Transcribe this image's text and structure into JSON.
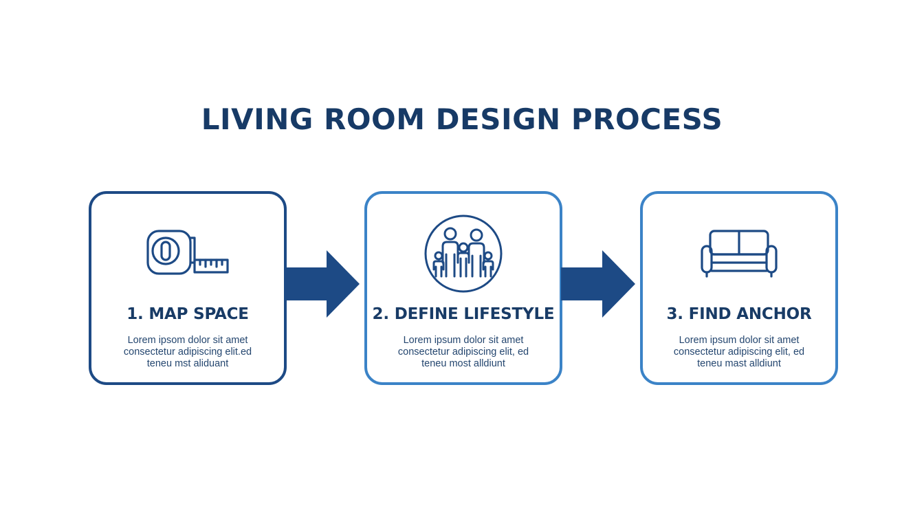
{
  "title": "LIVING ROOM DESIGN PROCESS",
  "colors": {
    "title": "#173a66",
    "card1_border": "#1d4a85",
    "card_border": "#3b83c7",
    "arrow": "#1d4a85"
  },
  "steps": [
    {
      "title": "1. MAP SPACE",
      "icon": "tape-measure-icon",
      "desc": [
        "Lorem ipsom dolor sit amet",
        "consectetur adipiscing elit.ed",
        "teneu mst aliduant"
      ]
    },
    {
      "title": "2. DEFINE LIFESTYLE",
      "icon": "family-icon",
      "desc": [
        "Lorem ipsum dolor sit amet",
        "consectetur adipiscing elit, ed",
        "teneu most alldiunt"
      ]
    },
    {
      "title": "3. FIND ANCHOR",
      "icon": "sofa-icon",
      "desc": [
        "Lorem ipsum dolor sit amet",
        "consectetur adipiscing elit, ed",
        "teneu mast alldiunt"
      ]
    }
  ]
}
